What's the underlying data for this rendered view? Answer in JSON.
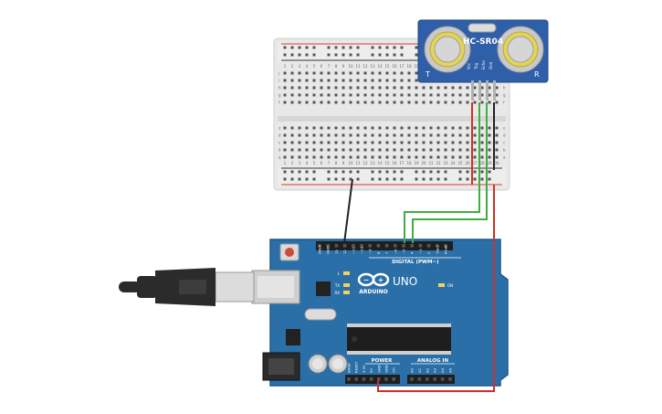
{
  "sensor": {
    "model": "HC-SR04",
    "left_letter": "T",
    "right_letter": "R",
    "pins": [
      "Vcc",
      "Trig",
      "Echo",
      "Gnd"
    ]
  },
  "board": {
    "logo_text": "ARDUINO",
    "model": "UNO",
    "digital_label": "DIGITAL (PWM~)",
    "power_label": "POWER",
    "analog_label": "ANALOG IN",
    "led_labels": [
      "L",
      "TX",
      "RX",
      "ON"
    ],
    "top_pins": [
      "AREF",
      "GND",
      "13",
      "12",
      "~11",
      "~10",
      "~9",
      "8",
      "7",
      "~6",
      "~5",
      "4",
      "~3",
      "2",
      "TX▸1",
      "RX◂0"
    ],
    "power_pins": [
      "IOREF",
      "RESET",
      "3.3V",
      "5V",
      "GND",
      "GND",
      "Vin"
    ],
    "analog_pins": [
      "A0",
      "A1",
      "A2",
      "A3",
      "A4",
      "A5"
    ]
  },
  "breadboard": {
    "row_letters_left": [
      "j",
      "i",
      "h",
      "g",
      "f",
      "e",
      "d",
      "c",
      "b",
      "a"
    ],
    "column_numbers": [
      "1",
      "2",
      "3",
      "4",
      "5",
      "6",
      "7",
      "8",
      "9",
      "10",
      "11",
      "12",
      "13",
      "14",
      "15",
      "16",
      "17",
      "18",
      "19",
      "20",
      "21",
      "22",
      "23",
      "24",
      "25",
      "26",
      "27",
      "28",
      "29",
      "30"
    ]
  },
  "wires": [
    {
      "name": "5V",
      "color": "#d0302a"
    },
    {
      "name": "GND",
      "color": "#222222"
    },
    {
      "name": "Trig",
      "color": "#3fae3f"
    },
    {
      "name": "Echo",
      "color": "#3fae3f"
    }
  ],
  "colors": {
    "board": "#2a6fa8",
    "board_edge": "#1d5a8c",
    "sensor_pcb": "#2f5fa8",
    "breadboard": "#e6e6e6",
    "rail_red": "#d23a2a",
    "rail_black": "#333333"
  }
}
